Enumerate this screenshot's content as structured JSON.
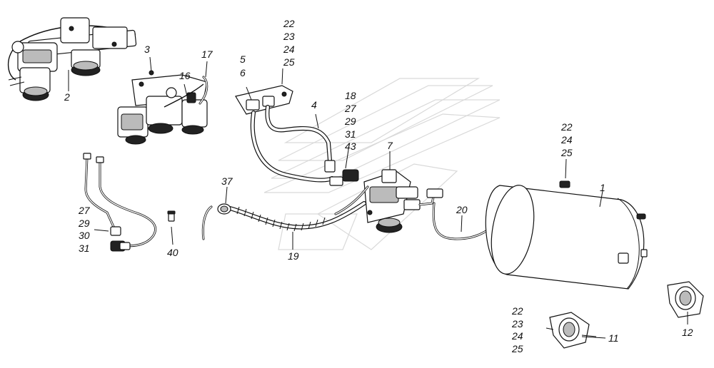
{
  "labels": {
    "l1": "1",
    "l2": "2",
    "l3": "3",
    "l4": "4",
    "l5": "5",
    "l6": "6",
    "l7": "7",
    "l11": "11",
    "l12": "12",
    "l16": "16",
    "l17": "17",
    "l19": "19",
    "l20": "20",
    "l37": "37",
    "l40": "40",
    "g_top": [
      "22",
      "23",
      "24",
      "25"
    ],
    "g_mid": [
      "18",
      "27",
      "29",
      "31",
      "43"
    ],
    "g_right": [
      "22",
      "24",
      "25"
    ],
    "g_left": [
      "27",
      "29",
      "30",
      "31"
    ],
    "g_bottom": [
      "22",
      "23",
      "24",
      "25"
    ]
  }
}
